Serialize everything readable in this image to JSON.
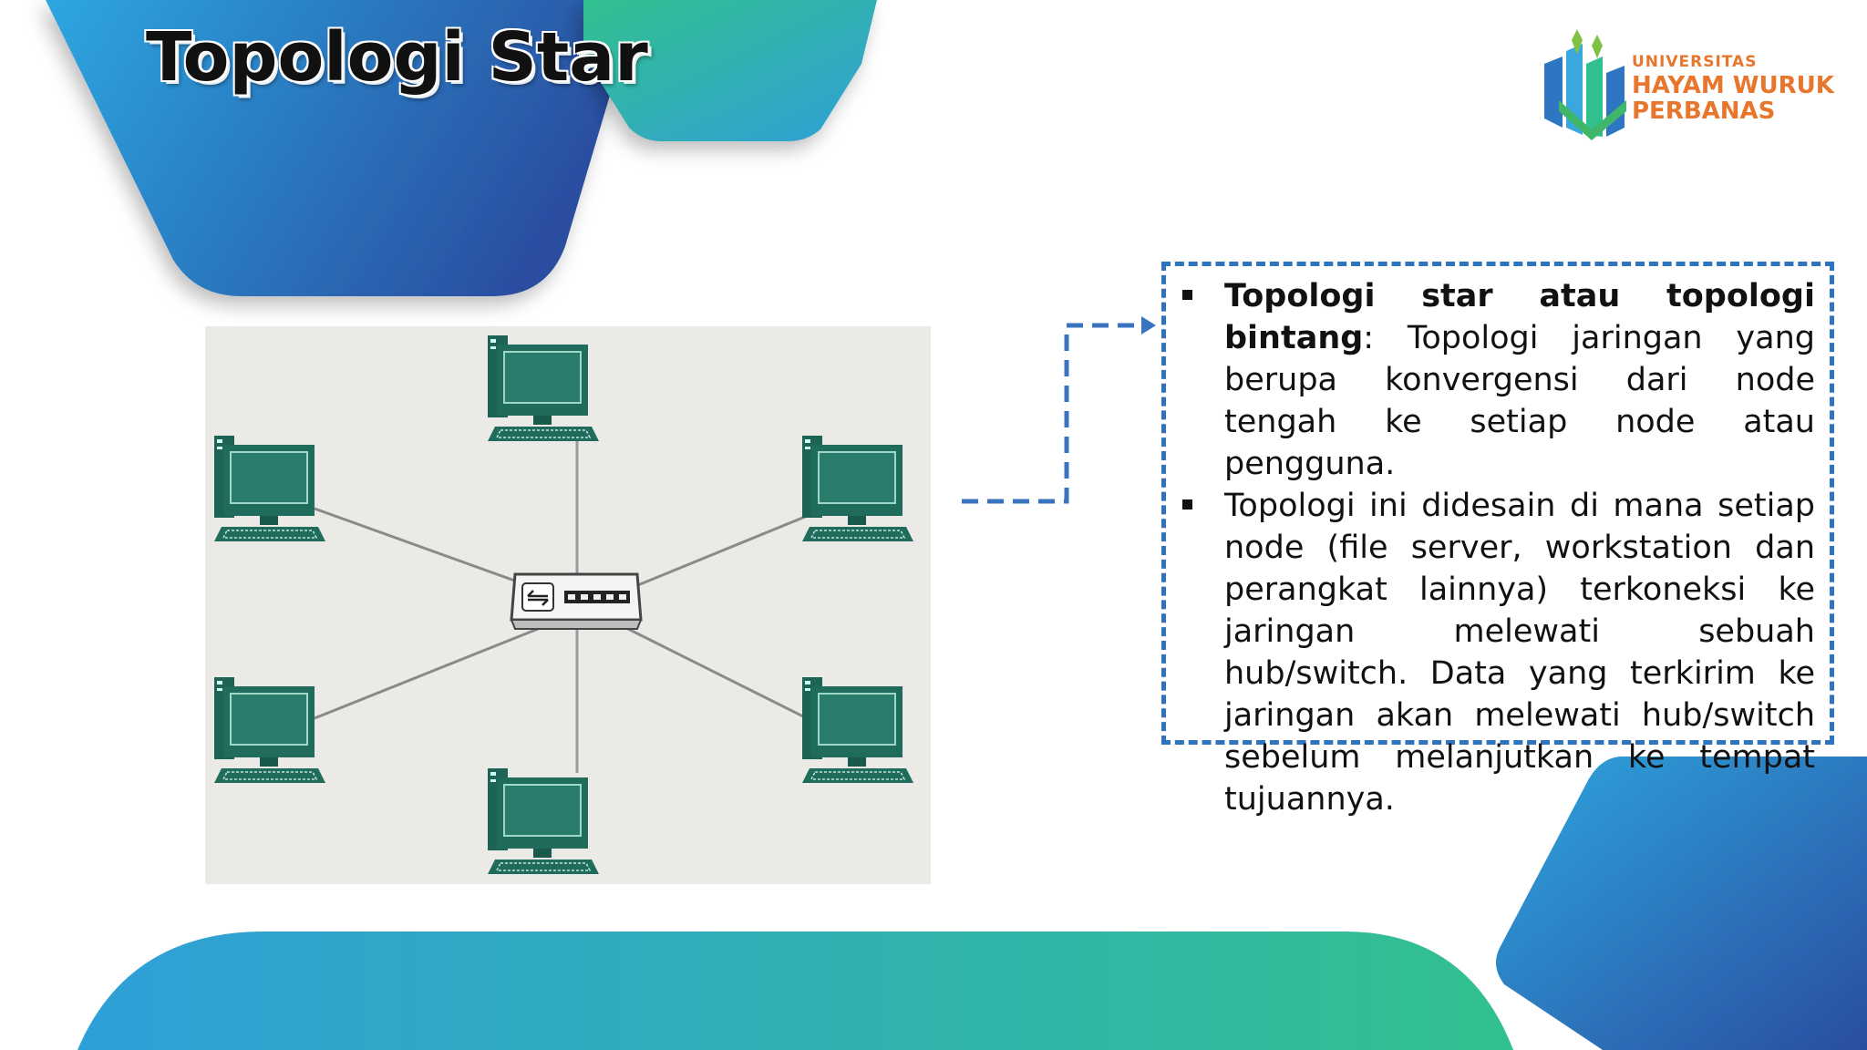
{
  "slide": {
    "title": "Topologi Star"
  },
  "logo": {
    "line1": "UNIVERSITAS",
    "line2": "HAYAM WURUK",
    "line3": "PERBANAS",
    "color": "#e8762c"
  },
  "description": {
    "items": [
      {
        "term": "Topologi star atau topologi bintang",
        "separator": ":",
        "text": " Topologi jaringan yang berupa konvergensi dari node tengah ke setiap node atau pengguna."
      },
      {
        "term": "",
        "separator": "",
        "text": "Topologi ini didesain di mana setiap node (file server, workstation dan perangkat lainnya) terkoneksi ke jaringan melewati sebuah hub/switch. Data yang terkirim ke jaringan akan melewati hub/switch sebelum melanjutkan ke tempat tujuannya."
      }
    ]
  },
  "diagram": {
    "center_device": "hub-switch",
    "nodes": [
      "computer-top",
      "computer-upper-left",
      "computer-upper-right",
      "computer-lower-left",
      "computer-lower-right",
      "computer-bottom"
    ]
  },
  "colors": {
    "blue_dark": "#2a4fa3",
    "blue_mid": "#2d8fd6",
    "teal": "#31c090",
    "dashed_border": "#2f72be",
    "computer": "#1f6b5c"
  }
}
